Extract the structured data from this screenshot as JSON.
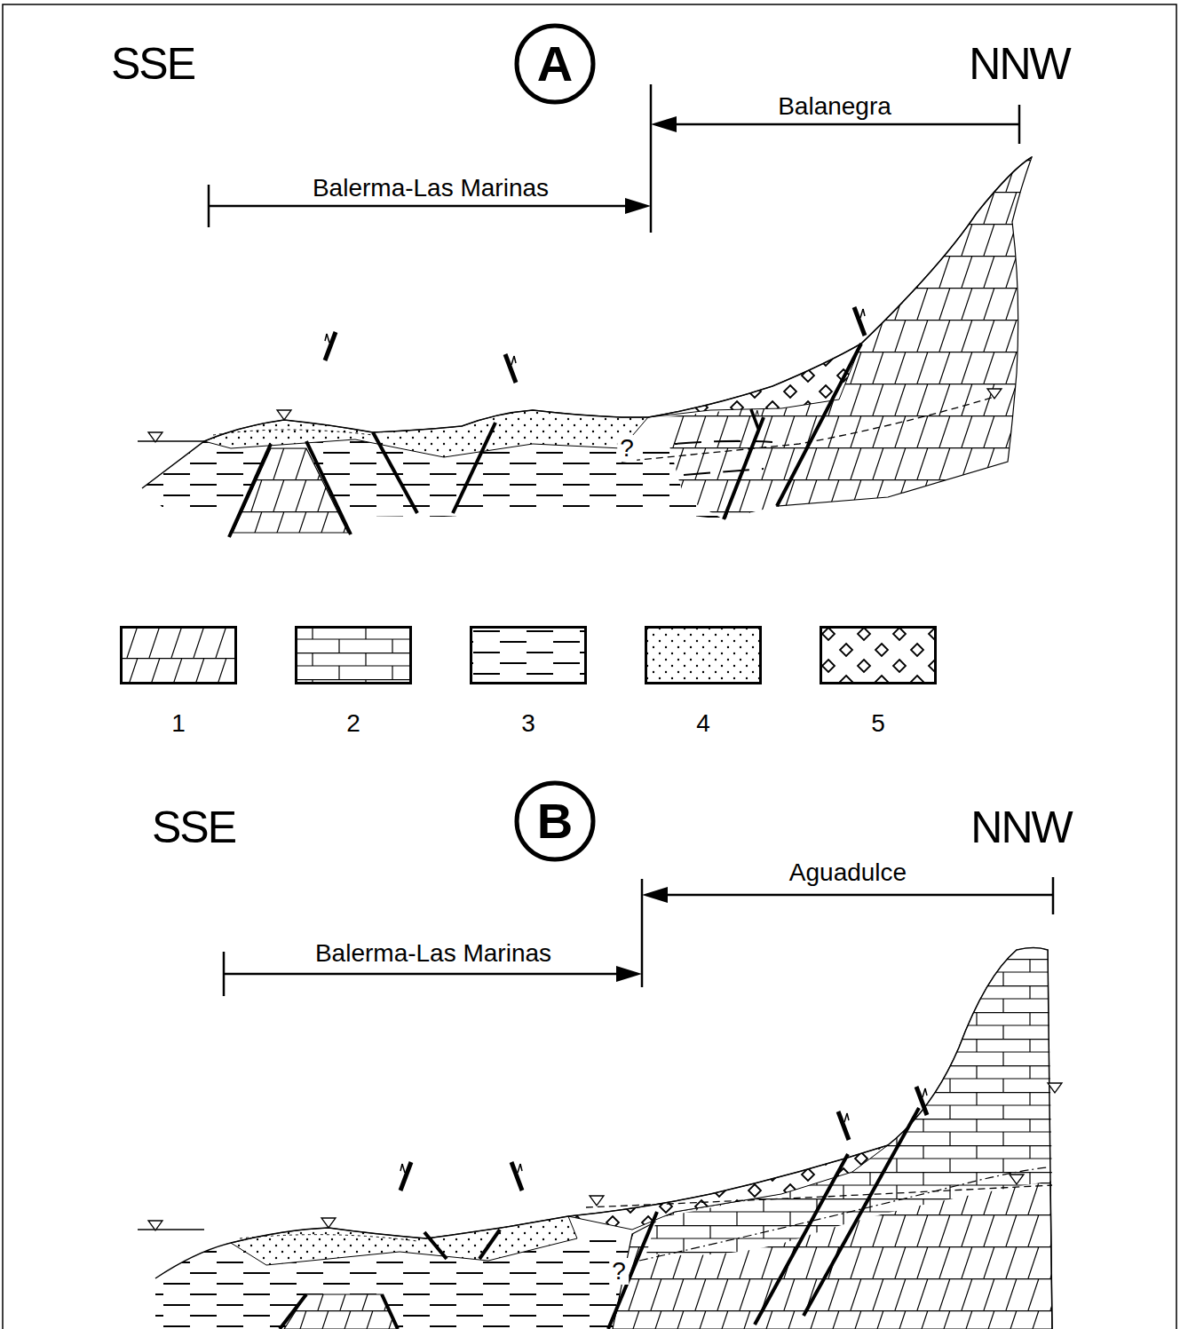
{
  "diagram": {
    "nodes": [
      {
        "text": [
          "A"
        ]
      },
      {
        "text": [
          "B"
        ]
      }
    ],
    "labels": [
      "SSE",
      "NNW",
      "Balanegra",
      "Balerma-Las Marinas",
      "?",
      "SSE",
      "NNW",
      "Aguadulce",
      "Balerma-Las Marinas",
      "?"
    ],
    "legend": [
      {
        "text": "1"
      },
      {
        "text": "2"
      },
      {
        "text": "3"
      },
      {
        "text": "4"
      },
      {
        "text": "5"
      }
    ]
  }
}
